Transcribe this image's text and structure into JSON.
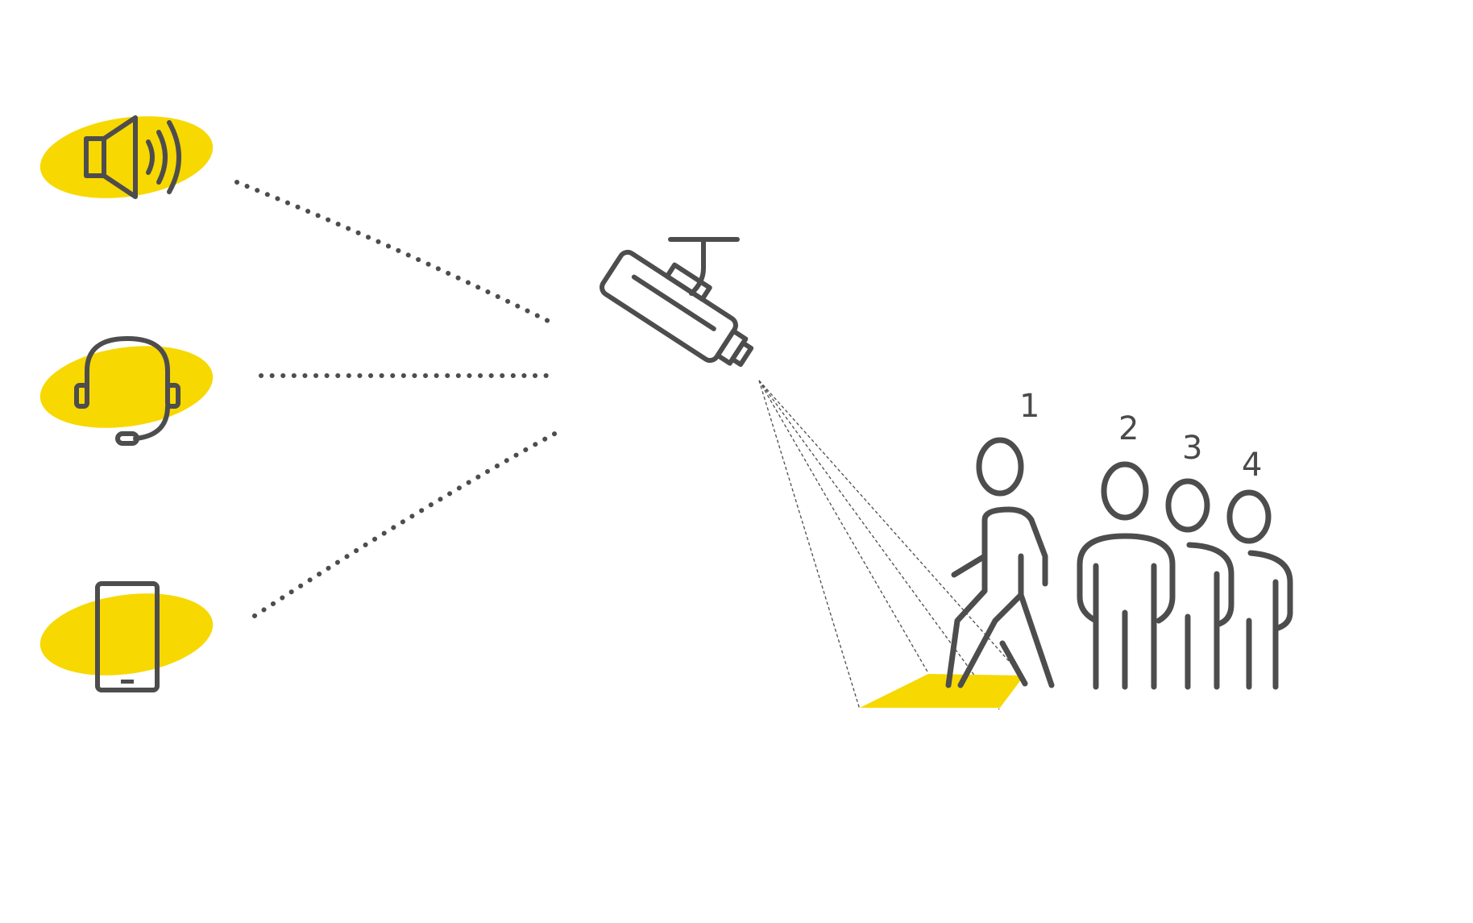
{
  "diagram": {
    "colors": {
      "accent": "#f7d800",
      "ink": "#4d4d4d",
      "background": "#ffffff"
    },
    "devices": [
      {
        "icon": "speaker-icon"
      },
      {
        "icon": "headset-icon"
      },
      {
        "icon": "smartphone-icon"
      }
    ],
    "camera": {
      "icon": "security-camera-icon"
    },
    "floor_marker": {
      "icon": "yellow-floor-zone"
    },
    "people": [
      {
        "label": "1",
        "icon": "walking-person-icon"
      },
      {
        "label": "2",
        "icon": "person-icon"
      },
      {
        "label": "3",
        "icon": "person-icon"
      },
      {
        "label": "4",
        "icon": "person-icon"
      }
    ]
  }
}
